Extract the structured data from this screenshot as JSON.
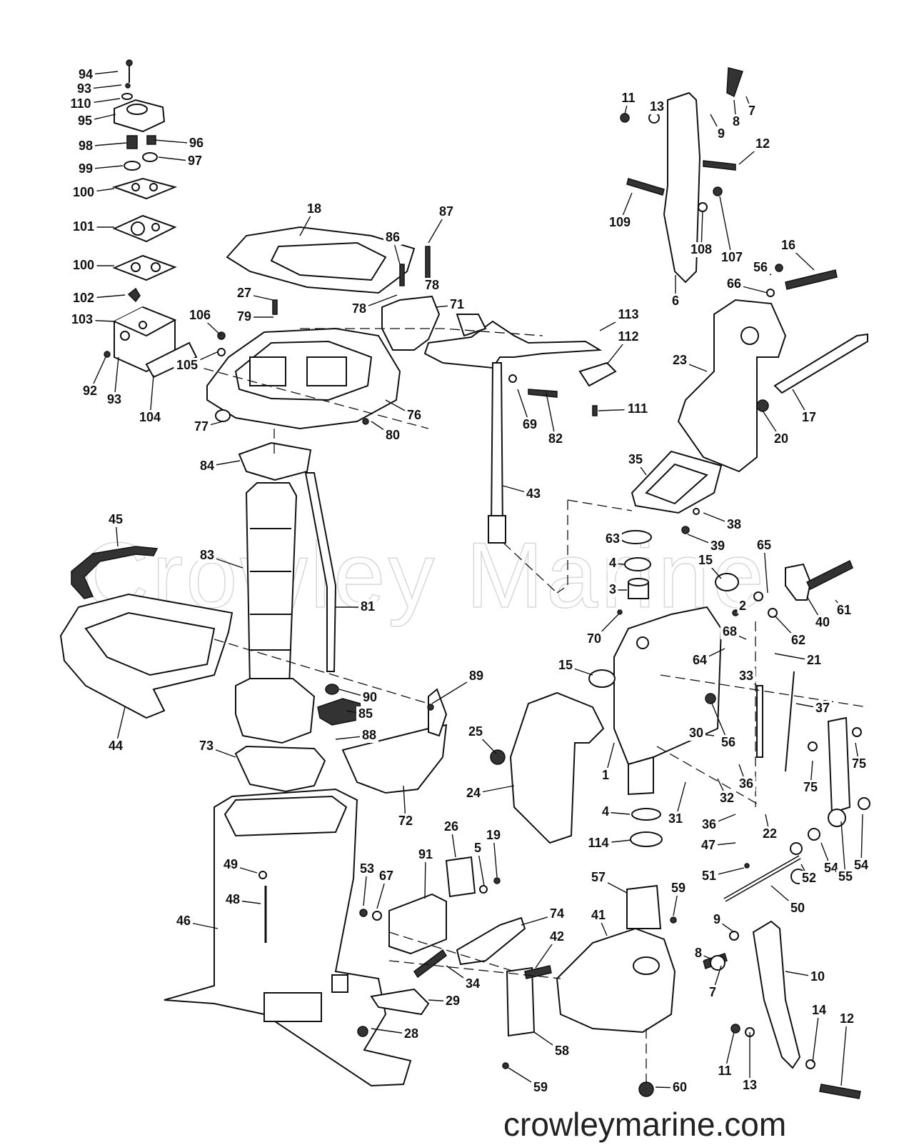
{
  "watermark": "Crowley Marine",
  "site_url": "crowleymarine.com",
  "callouts": [
    "94",
    "93",
    "110",
    "95",
    "98",
    "96",
    "99",
    "97",
    "100",
    "101",
    "100",
    "102",
    "103",
    "106",
    "92",
    "93",
    "104",
    "105",
    "18",
    "87",
    "86",
    "78",
    "78",
    "71",
    "27",
    "79",
    "76",
    "77",
    "80",
    "84",
    "69",
    "82",
    "43",
    "113",
    "112",
    "111",
    "11",
    "13",
    "8",
    "7",
    "9",
    "12",
    "109",
    "108",
    "107",
    "6",
    "16",
    "56",
    "66",
    "23",
    "17",
    "20",
    "35",
    "38",
    "39",
    "63",
    "4",
    "3",
    "15",
    "65",
    "61",
    "2",
    "40",
    "62",
    "70",
    "68",
    "21",
    "64",
    "15",
    "33",
    "37",
    "56",
    "30",
    "75",
    "75",
    "36",
    "32",
    "31",
    "36",
    "22",
    "47",
    "4",
    "114",
    "54",
    "55",
    "54",
    "52",
    "51",
    "50",
    "45",
    "83",
    "81",
    "44",
    "90",
    "89",
    "85",
    "88",
    "73",
    "72",
    "25",
    "24",
    "1",
    "91",
    "26",
    "5",
    "19",
    "49",
    "48",
    "53",
    "67",
    "46",
    "74",
    "42",
    "34",
    "29",
    "28",
    "57",
    "41",
    "59",
    "58",
    "59",
    "60",
    "9",
    "8",
    "7",
    "10",
    "14",
    "12",
    "11",
    "13"
  ]
}
